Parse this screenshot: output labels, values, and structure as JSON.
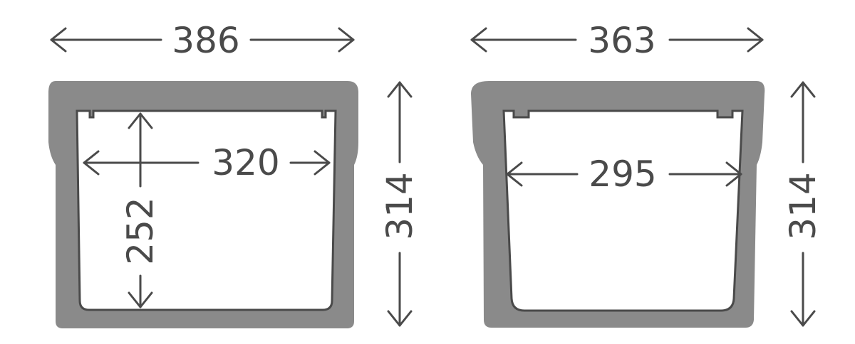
{
  "colors": {
    "body": "#8a8a8a",
    "stroke": "#4a4a4a",
    "background": "#ffffff"
  },
  "left_bin": {
    "outer_width": "386",
    "height": "314",
    "inner_width": "320",
    "inner_depth": "252"
  },
  "right_bin": {
    "outer_width": "363",
    "height": "314",
    "inner_width": "295"
  }
}
